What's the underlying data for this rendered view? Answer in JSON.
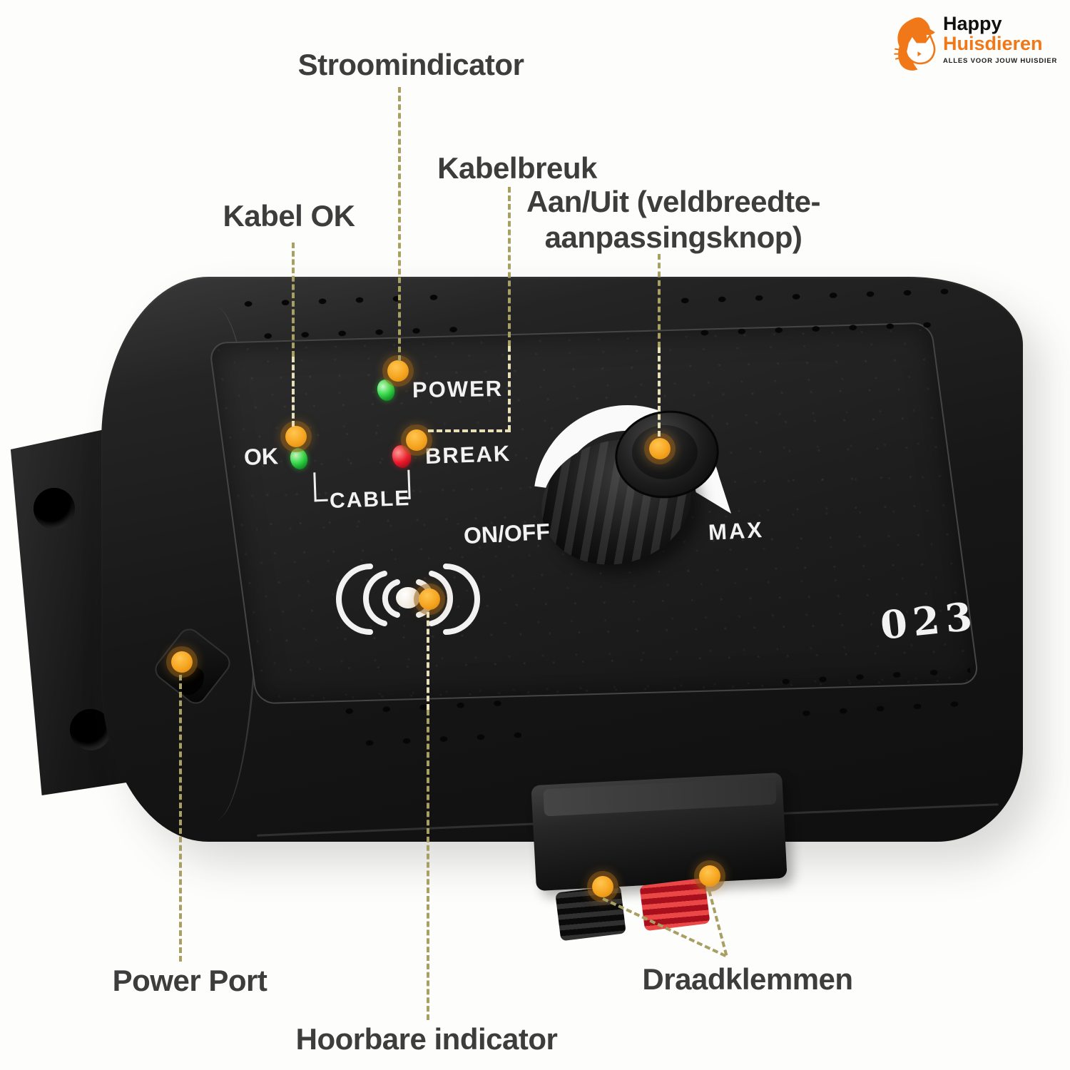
{
  "brand": {
    "line1": "Happy",
    "line2": "Huisdieren",
    "tagline": "ALLES VOOR JOUW HUISDIER"
  },
  "callouts": {
    "stroomindicator": "Stroomindicator",
    "kabelbreuk": "Kabelbreuk",
    "kabel_ok": "Kabel OK",
    "aan_uit_line1": "Aan/Uit (veldbreedte-",
    "aan_uit_line2": "aanpassingsknop)",
    "power_port": "Power Port",
    "hoorbare": "Hoorbare indicator",
    "draadklemmen": "Draadklemmen"
  },
  "device": {
    "power_label": "POWER",
    "ok_label": "OK",
    "break_label": "BREAK",
    "cable_label": "CABLE",
    "onoff_label": "ON/OFF",
    "max_label": "MAX",
    "model_number": "023"
  },
  "colors": {
    "brand_orange": "#F07818",
    "marker_orange": "#F5A41F",
    "led_green": "#2ECC40",
    "led_red": "#E01425",
    "callout_text": "#3D3D3D",
    "dash_line": "#A89F63"
  }
}
